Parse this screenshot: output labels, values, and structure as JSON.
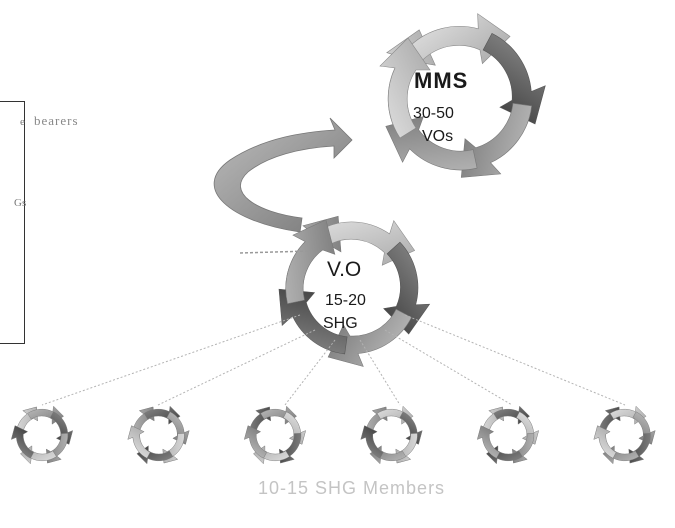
{
  "mms": {
    "title": "MMS",
    "range": "30-50",
    "unit": "VOs"
  },
  "vo": {
    "title": "V.O",
    "range": "15-20",
    "unit": "SHG"
  },
  "office_box": {
    "line1_fragment": "e",
    "line1_word": "bearers",
    "line2_fragment": "Gs"
  },
  "shg_members_label": "10-15 SHG Members",
  "shg_circle_count": 6,
  "colors": {
    "arrow_light": "#c9c9c9",
    "arrow_mid": "#9a9a9a",
    "arrow_dark": "#555555",
    "text": "#1a1a1a",
    "faint_text": "#c4c4c4"
  }
}
